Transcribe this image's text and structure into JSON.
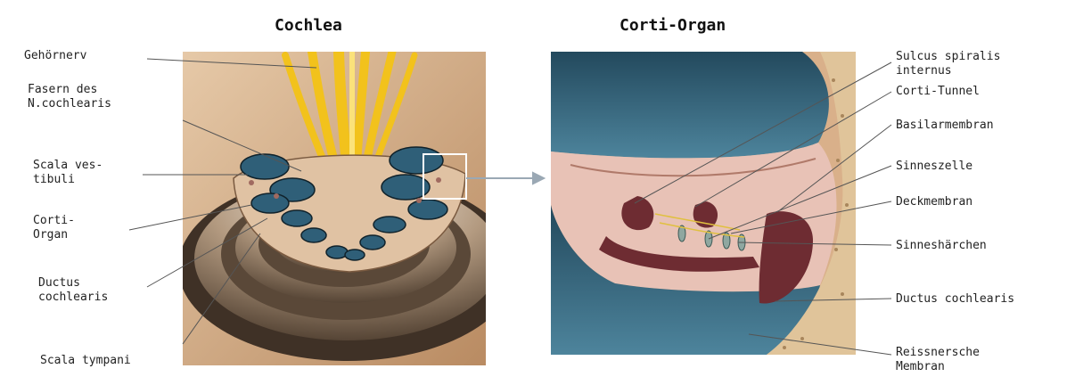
{
  "titles": {
    "left": "Cochlea",
    "right": "Corti-Organ"
  },
  "left_labels": {
    "gehoernerv": "Gehörnerv",
    "fasern": "Fasern des\nN.cochlearis",
    "scala_vestibuli": "Scala ves-\ntibuli",
    "corti_organ": "Corti-\nOrgan",
    "ductus": "Ductus\ncochlearis",
    "scala_tympani": "Scala tympani"
  },
  "right_labels": {
    "sulcus": "Sulcus spiralis\ninternus",
    "corti_tunnel": "Corti-Tunnel",
    "basilar": "Basilarmembran",
    "sinneszelle": "Sinneszelle",
    "deckmembran": "Deckmembran",
    "sinneshaerchen": "Sinneshärchen",
    "ductus": "Ductus cochlearis",
    "reissner": "Reissnersche\nMembran"
  },
  "colors": {
    "bone": "#d2a882",
    "nerve": "#f2c21c",
    "duct_blue": "#2f5f78",
    "tissue_pink": "#e8c2b6",
    "organ_dark": "#6e2c32",
    "label_line": "#555555"
  }
}
